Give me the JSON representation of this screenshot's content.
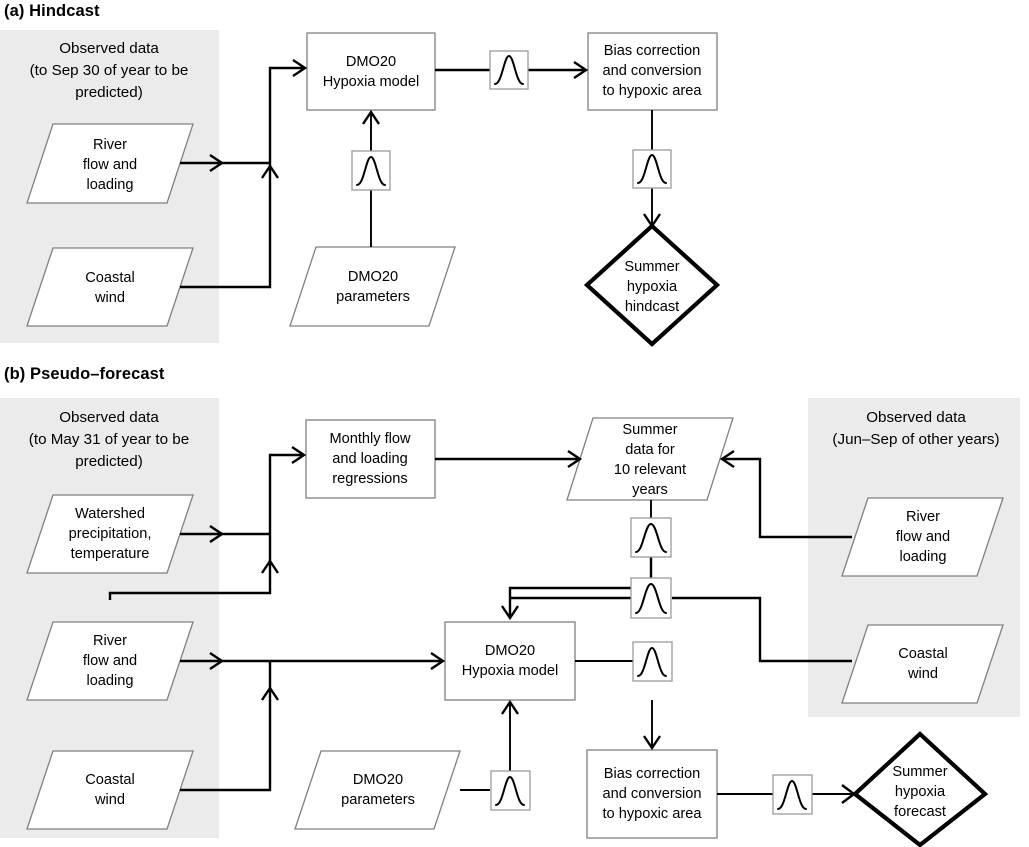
{
  "figure": {
    "panels": [
      {
        "id": "a",
        "title": "(a) Hindcast",
        "groups": [
          {
            "name": "observed-data-group",
            "lines": [
              "Observed data",
              "(to Sep 30 of year to be",
              "predicted)"
            ]
          }
        ],
        "nodes": {
          "river_flow": [
            "River",
            "flow and",
            "loading"
          ],
          "coastal_wind": [
            "Coastal",
            "wind"
          ],
          "dmo20_model": [
            "DMO20",
            "Hypoxia model"
          ],
          "dmo20_parameters": [
            "DMO20",
            "parameters"
          ],
          "bias_correction": [
            "Bias correction",
            "and conversion",
            "to hypoxic area"
          ],
          "result": [
            "Summer",
            "hypoxia",
            "hindcast"
          ]
        },
        "icons": [
          {
            "name": "normal-distribution-icon",
            "id": "a-icon-model-out"
          },
          {
            "name": "normal-distribution-icon",
            "id": "a-icon-params"
          },
          {
            "name": "normal-distribution-icon",
            "id": "a-icon-bias-out"
          }
        ]
      },
      {
        "id": "b",
        "title": "(b) Pseudo–forecast",
        "groups": [
          {
            "name": "observed-data-group-left",
            "lines": [
              "Observed data",
              "(to May 31 of year to be",
              "predicted)"
            ]
          },
          {
            "name": "observed-data-group-right",
            "lines": [
              "Observed data",
              "(Jun–Sep of other years)"
            ]
          }
        ],
        "nodes": {
          "watershed": [
            "Watershed",
            "precipitation,",
            "temperature"
          ],
          "river_flow_left": [
            "River",
            "flow and",
            "loading"
          ],
          "coastal_wind_left": [
            "Coastal",
            "wind"
          ],
          "monthly_regressions": [
            "Monthly flow",
            "and loading",
            "regressions"
          ],
          "summer_data": [
            "Summer",
            "data for",
            "10 relevant",
            "years"
          ],
          "river_flow_right": [
            "River",
            "flow and",
            "loading"
          ],
          "coastal_wind_right": [
            "Coastal",
            "wind"
          ],
          "dmo20_model": [
            "DMO20",
            "Hypoxia model"
          ],
          "dmo20_parameters": [
            "DMO20",
            "parameters"
          ],
          "bias_correction": [
            "Bias correction",
            "and conversion",
            "to hypoxic area"
          ],
          "result": [
            "Summer",
            "hypoxia",
            "forecast"
          ]
        },
        "icons": [
          {
            "name": "normal-distribution-icon",
            "id": "b-icon-summer"
          },
          {
            "name": "normal-distribution-icon",
            "id": "b-icon-wind"
          },
          {
            "name": "normal-distribution-icon",
            "id": "b-icon-model-out"
          },
          {
            "name": "normal-distribution-icon",
            "id": "b-icon-params"
          },
          {
            "name": "normal-distribution-icon",
            "id": "b-icon-bias-out"
          }
        ]
      }
    ],
    "colors": {
      "group_shade": "#ebebeb",
      "node_border": "#808080",
      "flow_line": "#000000",
      "result_border": "#000000",
      "background": "#ffffff"
    }
  }
}
